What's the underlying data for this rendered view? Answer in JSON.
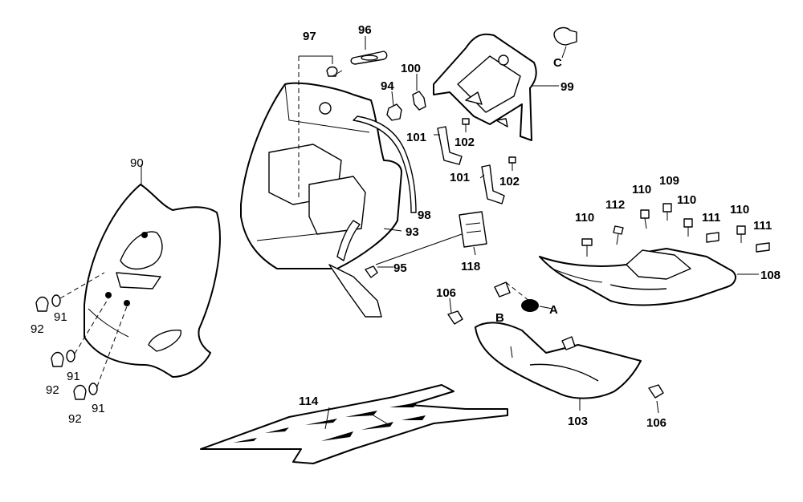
{
  "labels": {
    "p90": "90",
    "p91a": "91",
    "p91b": "91",
    "p91c": "91",
    "p92a": "92",
    "p92b": "92",
    "p92c": "92",
    "p93": "93",
    "p94": "94",
    "p95": "95",
    "p96": "96",
    "p97": "97",
    "p98": "98",
    "p99": "99",
    "p100": "100",
    "p101a": "101",
    "p101b": "101",
    "p102a": "102",
    "p102b": "102",
    "p103": "103",
    "p106a": "106",
    "p106b": "106",
    "p108": "108",
    "p109": "109",
    "p110a": "110",
    "p110b": "110",
    "p110c": "110",
    "p110d": "110",
    "p111a": "111",
    "p111b": "111",
    "p112": "112",
    "p114": "114",
    "p118": "118",
    "refA": "A",
    "refB": "B",
    "refC": "C"
  }
}
